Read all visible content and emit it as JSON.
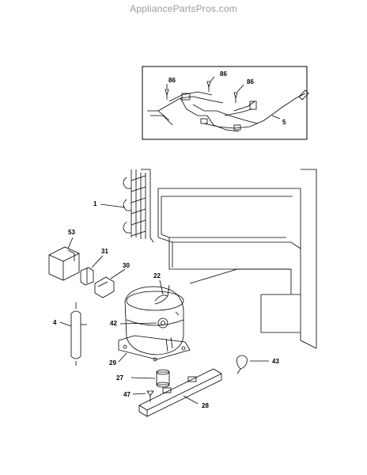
{
  "watermark": "AppliancePartsPros.com",
  "callouts": {
    "c86a": "86",
    "c86b": "86",
    "c86c": "86",
    "c5": "5",
    "c1": "1",
    "c53": "53",
    "c31": "31",
    "c30": "30",
    "c22": "22",
    "c4": "4",
    "c42": "42",
    "c29": "29",
    "c27": "27",
    "c47": "47",
    "c28": "28",
    "c43": "43"
  }
}
